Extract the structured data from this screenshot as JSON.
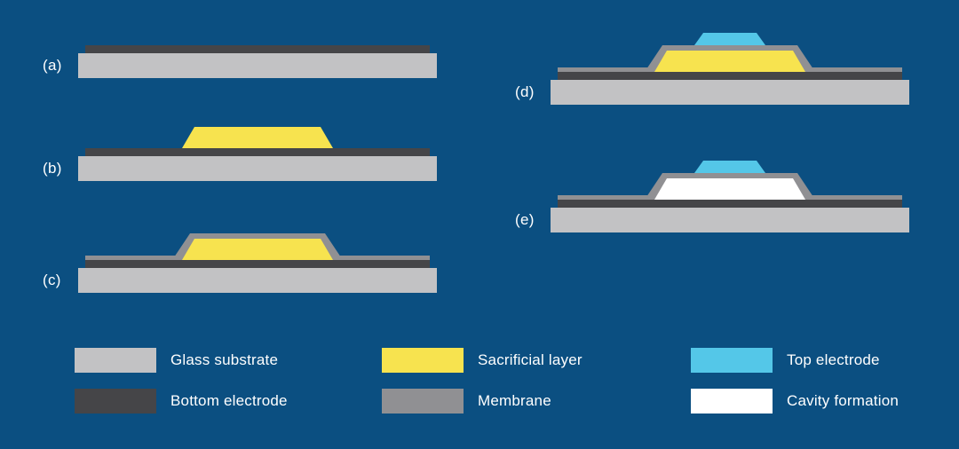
{
  "background_color": "#0b4f81",
  "text_color": "#ffffff",
  "colors": {
    "glass_substrate": "#c2c2c4",
    "bottom_electrode": "#454548",
    "sacrificial_layer": "#f7e34f",
    "membrane": "#909093",
    "top_electrode": "#54c7e8",
    "cavity_formation": "#ffffff"
  },
  "steps": [
    {
      "label": "(a)",
      "layers": [
        "glass_substrate",
        "bottom_electrode"
      ]
    },
    {
      "label": "(b)",
      "layers": [
        "glass_substrate",
        "bottom_electrode",
        "sacrificial_layer"
      ]
    },
    {
      "label": "(c)",
      "layers": [
        "glass_substrate",
        "bottom_electrode",
        "sacrificial_layer",
        "membrane"
      ]
    },
    {
      "label": "(d)",
      "layers": [
        "glass_substrate",
        "bottom_electrode",
        "sacrificial_layer",
        "membrane",
        "top_electrode"
      ]
    },
    {
      "label": "(e)",
      "layers": [
        "glass_substrate",
        "bottom_electrode",
        "cavity_formation",
        "membrane",
        "top_electrode"
      ]
    }
  ],
  "legend": {
    "items": [
      {
        "label": "Glass substrate",
        "color_key": "glass_substrate"
      },
      {
        "label": "Sacrificial layer",
        "color_key": "sacrificial_layer"
      },
      {
        "label": "Top electrode",
        "color_key": "top_electrode"
      },
      {
        "label": "Bottom electrode",
        "color_key": "bottom_electrode"
      },
      {
        "label": "Membrane",
        "color_key": "membrane"
      },
      {
        "label": "Cavity formation",
        "color_key": "cavity_formation"
      }
    ]
  }
}
